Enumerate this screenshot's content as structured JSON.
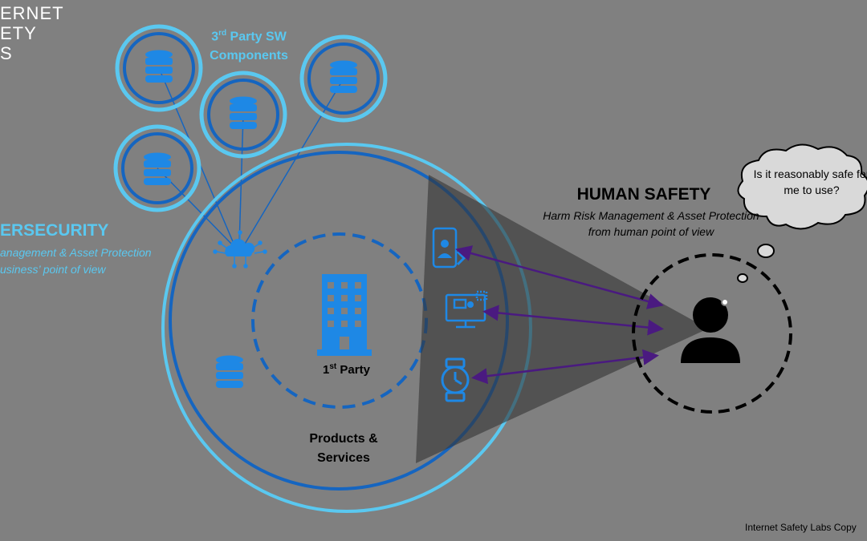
{
  "logo": {
    "line1": "ERNET",
    "line2": "ETY",
    "line3": "S"
  },
  "third_party": {
    "title_prefix": "3",
    "title_sup": "rd",
    "title_rest": " Party SW Components"
  },
  "cybersecurity": {
    "title": "ERSECURITY",
    "subtitle_line1": "anagement & Asset Protection",
    "subtitle_line2": "usiness’ point of view"
  },
  "human_safety": {
    "title": "HUMAN SAFETY",
    "subtitle": "Harm Risk Management & Asset Protection  from human point of view"
  },
  "first_party": {
    "prefix": "1",
    "sup": "st",
    "rest": " Party"
  },
  "products": {
    "label": "Products & Services"
  },
  "thought_bubble": {
    "text": "Is it reasonably safe for me to use?"
  },
  "footer": {
    "copyright": "Internet Safety Labs Copy"
  },
  "icons": {
    "database": "database-icon",
    "cloud": "cloud-network-icon",
    "building": "office-building-icon",
    "phone": "mobile-app-icon",
    "monitor": "desktop-app-icon",
    "watch": "smartwatch-icon",
    "person": "person-icon"
  },
  "colors": {
    "background": "#808080",
    "light_blue": "#5ac8f0",
    "dark_blue": "#1565c0",
    "db_fill": "#1e88e5",
    "arrow": "#4a1a80",
    "cone": "#404040"
  }
}
